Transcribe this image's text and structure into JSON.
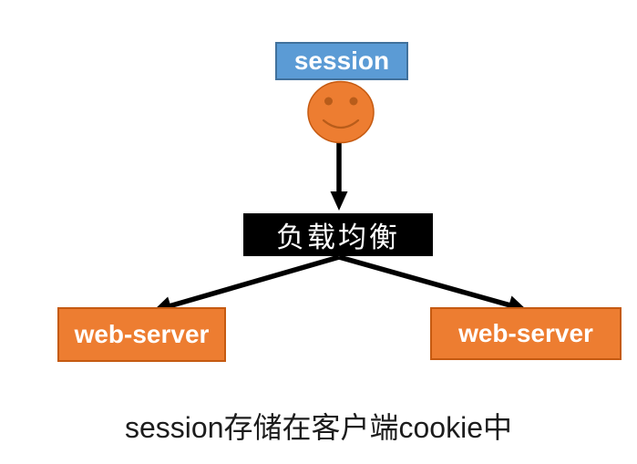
{
  "diagram": {
    "session_label": "session",
    "load_balancer_label": "负载均衡",
    "web_server_left_label": "web-server",
    "web_server_right_label": "web-server",
    "caption": "session存储在客户端cookie中",
    "user_icon": "smiley-face"
  },
  "colors": {
    "background": "#FFFFFF",
    "session_box_bg": "#5B9BD5",
    "session_box_border": "#41719C",
    "face_fill": "#ED7D31",
    "face_outline": "#C55A11",
    "face_features": "#B85C1A",
    "load_balancer_bg": "#000000",
    "load_balancer_text": "#FFFFFF",
    "web_server_bg": "#ED7D31",
    "web_server_border": "#C55A11",
    "arrow_color": "#000000",
    "caption_color": "#1C1C1C"
  }
}
